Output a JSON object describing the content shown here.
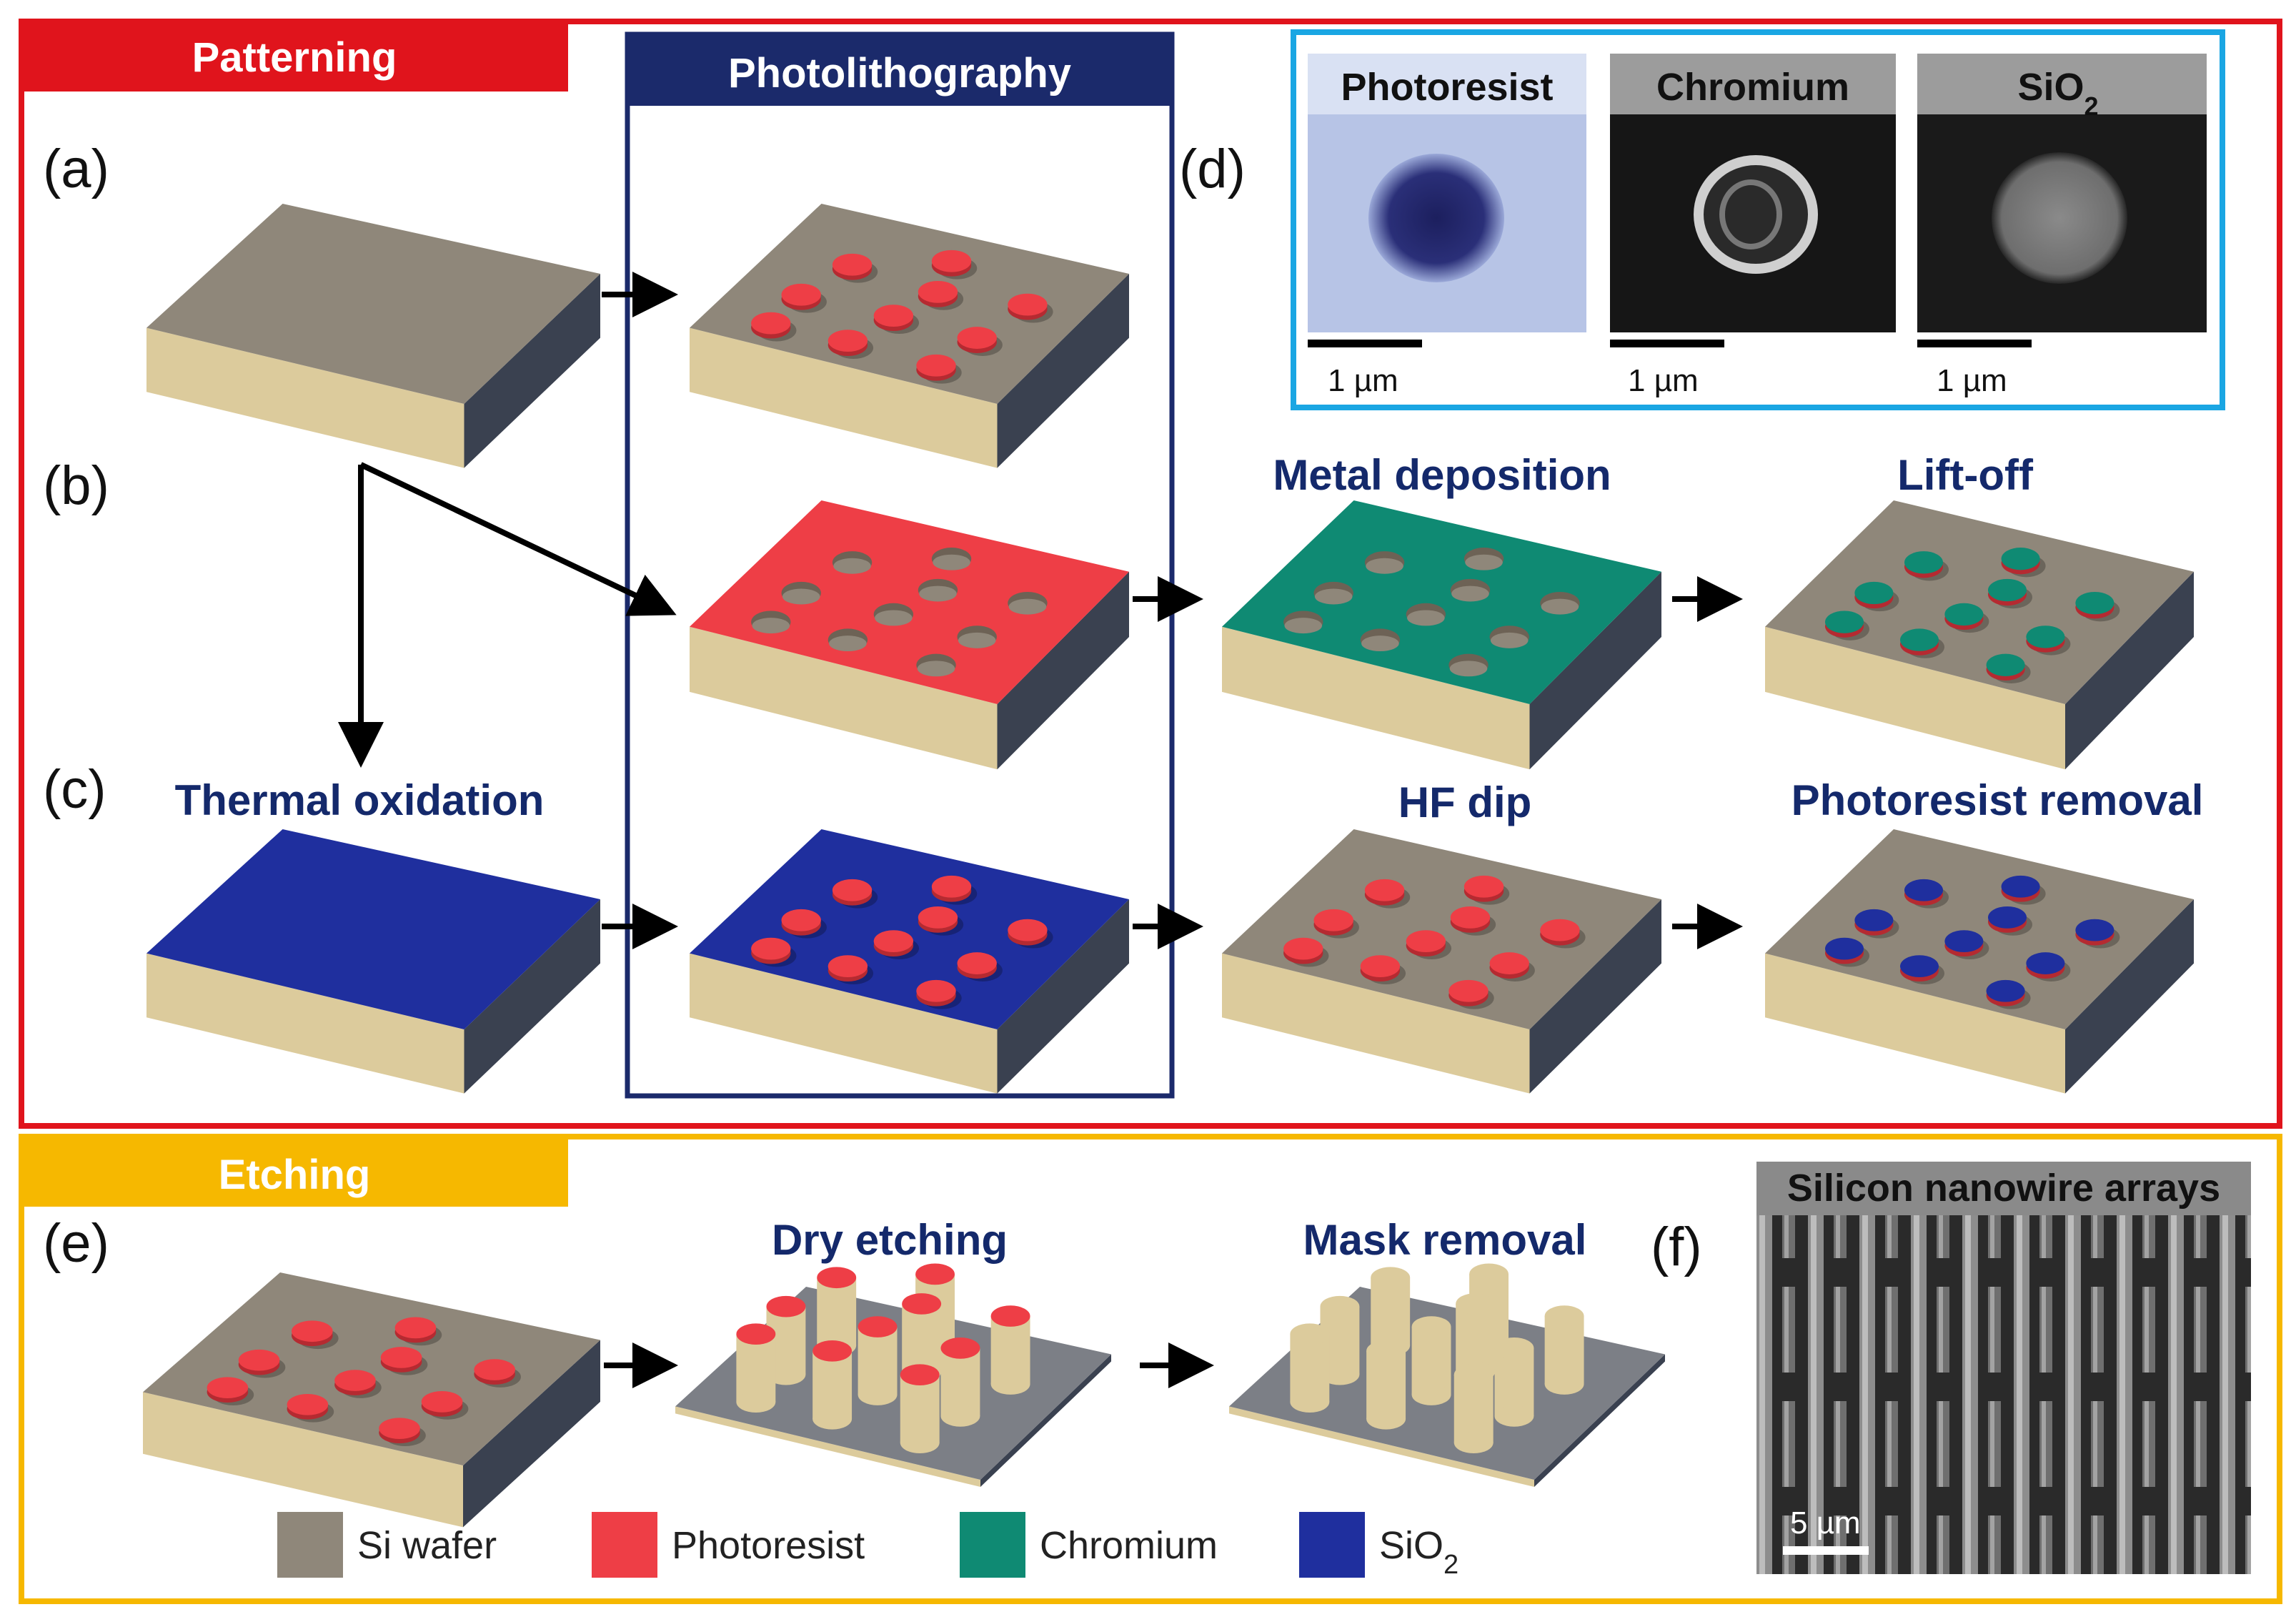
{
  "colors": {
    "patterning_frame": "#e0141c",
    "etching_frame": "#f6b800",
    "photolithography_frame": "#1b2a6b",
    "panel_d_frame": "#1aa6e3",
    "step_text": "#14296b",
    "si_wafer": "#8f877a",
    "photoresist": "#ee3e46",
    "chromium": "#0f8a73",
    "sio2": "#1f2f9e",
    "substrate_side": "#dccb9c",
    "substrate_dark_side": "#3a4150"
  },
  "sections": {
    "patterning": "Patterning",
    "photolithography": "Photolithography",
    "etching": "Etching"
  },
  "panels": {
    "a": "(a)",
    "b": "(b)",
    "c": "(c)",
    "d": "(d)",
    "e": "(e)",
    "f": "(f)"
  },
  "steps": {
    "thermal_oxidation": "Thermal oxidation",
    "metal_deposition": "Metal deposition",
    "lift_off": "Lift-off",
    "hf_dip": "HF dip",
    "photoresist_removal": "Photoresist removal",
    "dry_etching": "Dry etching",
    "mask_removal": "Mask removal"
  },
  "micrographs": {
    "photoresist": {
      "title": "Photoresist",
      "scale": "1 µm"
    },
    "chromium": {
      "title": "Chromium",
      "scale": "1 µm"
    },
    "sio2": {
      "title_main": "SiO",
      "title_sub": "2",
      "scale": "1 µm"
    },
    "nanowires": {
      "title": "Silicon nanowire arrays",
      "scale": "5 µm"
    }
  },
  "legend": {
    "si_wafer": "Si wafer",
    "photoresist": "Photoresist",
    "chromium": "Chromium",
    "sio2_main": "SiO",
    "sio2_sub": "2"
  }
}
